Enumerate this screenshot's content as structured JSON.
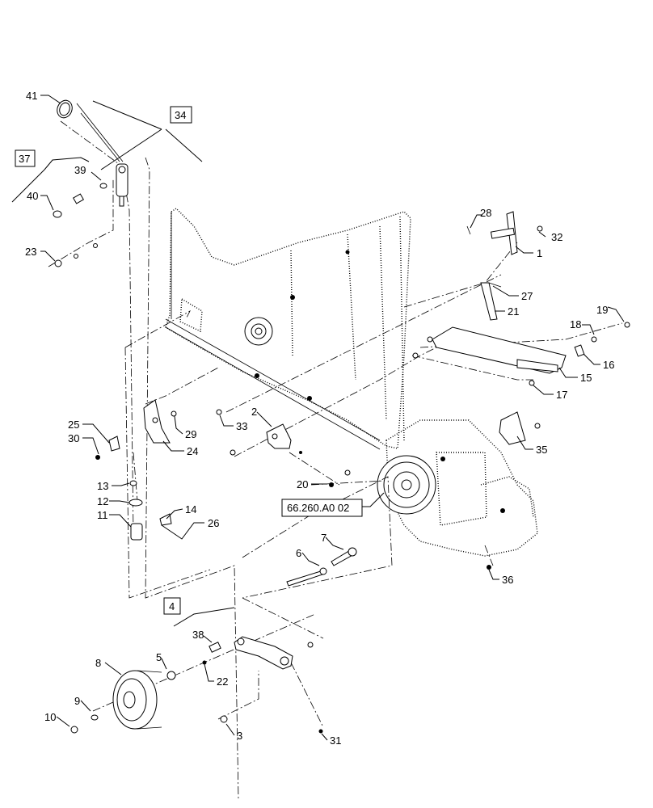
{
  "callouts": {
    "c1": "1",
    "c2": "2",
    "c3": "3",
    "c4": "4",
    "c5": "5",
    "c6": "6",
    "c7": "7",
    "c8": "8",
    "c9": "9",
    "c10": "10",
    "c11": "11",
    "c12": "12",
    "c13": "13",
    "c14": "14",
    "c15": "15",
    "c16": "16",
    "c17": "17",
    "c18": "18",
    "c19": "19",
    "c20": "20",
    "c21": "21",
    "c22": "22",
    "c23": "23",
    "c24": "24",
    "c25": "25",
    "c26": "26",
    "c27": "27",
    "c28": "28",
    "c29": "29",
    "c30": "30",
    "c31": "31",
    "c32": "32",
    "c33": "33",
    "c34": "34",
    "c35": "35",
    "c36": "36",
    "c37": "37",
    "c38": "38",
    "c39": "39",
    "c40": "40",
    "c41": "41"
  },
  "reference": "66.260.A0 02"
}
